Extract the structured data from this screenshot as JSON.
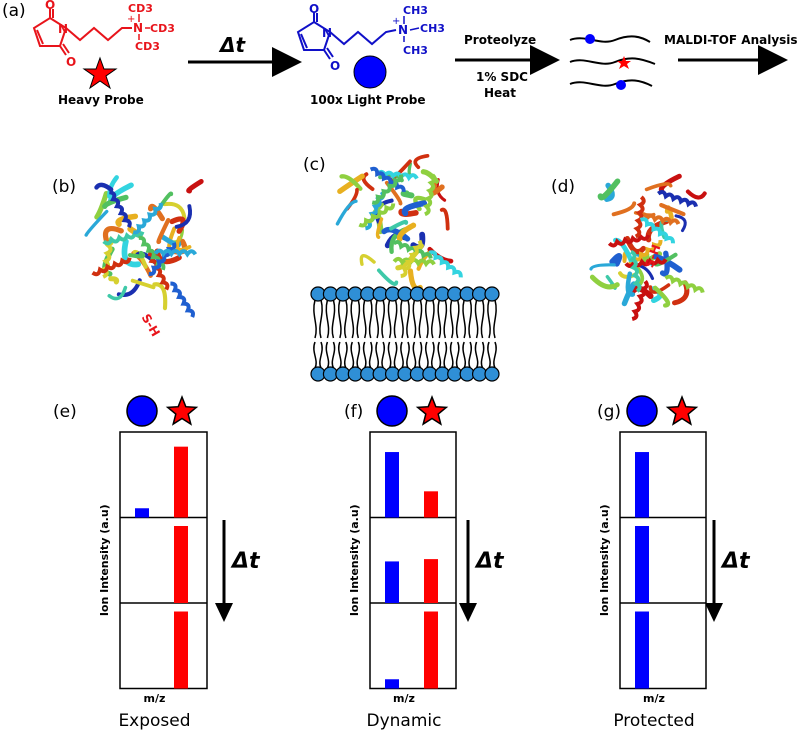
{
  "colors": {
    "light": "#0000ff",
    "heavy": "#ff0000",
    "membrane": "#2f8fd6"
  },
  "panel_a": {
    "label": "(a)",
    "heavy_probe": "Heavy Probe",
    "light_probe": "100x Light Probe",
    "delta_t": "Δt",
    "proteolyze": "Proteolyze",
    "sdc": "1% SDC",
    "heat": "Heat",
    "maldi": "MALDI-TOF Analysis",
    "heavy_groups": [
      "CD3",
      "N",
      "CD3",
      "CD3"
    ],
    "light_groups": [
      "CH3",
      "N",
      "CH3",
      "CH3"
    ],
    "heavy_charge": "+",
    "light_charge": "+",
    "oxygen": "O",
    "nitrogen": "N"
  },
  "structures": {
    "b_label": "(b)",
    "c_label": "(c)",
    "d_label": "(d)",
    "b_site": "S-H",
    "d_site": "S-H"
  },
  "chart_data": [
    {
      "type": "bar",
      "panel": "(e)",
      "caption": "Exposed",
      "ylabel": "Ion Intensity (a.u)",
      "xlabel": "m/z",
      "delta_t": "Δt",
      "series": [
        {
          "name": "light",
          "values": [
            0.12,
            0,
            0
          ]
        },
        {
          "name": "heavy",
          "values": [
            0.92,
            1.0,
            1.0
          ]
        }
      ]
    },
    {
      "type": "bar",
      "panel": "(f)",
      "caption": "Dynamic",
      "ylabel": "Ion Intensity (a.u)",
      "xlabel": "m/z",
      "delta_t": "Δt",
      "series": [
        {
          "name": "light",
          "values": [
            0.85,
            0.54,
            0.12
          ]
        },
        {
          "name": "heavy",
          "values": [
            0.34,
            0.57,
            1.0
          ]
        }
      ]
    },
    {
      "type": "bar",
      "panel": "(g)",
      "caption": "Protected",
      "ylabel": "Ion Intensity (a.u)",
      "xlabel": "m/z",
      "delta_t": "Δt",
      "series": [
        {
          "name": "light",
          "values": [
            0.85,
            1.0,
            1.0
          ]
        },
        {
          "name": "heavy",
          "values": [
            0,
            0,
            0
          ]
        }
      ]
    }
  ]
}
